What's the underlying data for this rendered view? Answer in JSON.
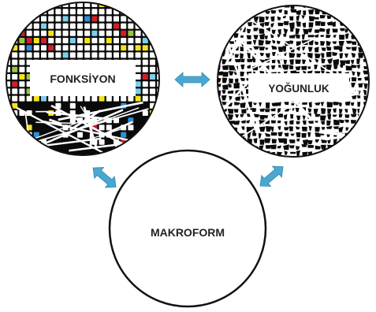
{
  "nodes": {
    "fonksiyon": {
      "label": "FONKSİYON"
    },
    "yogunluk": {
      "label": "YOĞUNLUK"
    },
    "makroform": {
      "label": "MAKROFORM"
    }
  },
  "connections": [
    {
      "from": "fonksiyon",
      "to": "yogunluk",
      "direction": "bidirectional"
    },
    {
      "from": "fonksiyon",
      "to": "makroform",
      "direction": "bidirectional"
    },
    {
      "from": "yogunluk",
      "to": "makroform",
      "direction": "bidirectional"
    }
  ],
  "colors": {
    "arrow": "#4aa8d0",
    "outline": "#111111",
    "map_background": "#0a0a0a",
    "block_fill": "#ffffff",
    "function_colors": [
      "#d11f2a",
      "#f5e31a",
      "#2f8fd8",
      "#7ad0ea",
      "#9bc53d"
    ]
  }
}
